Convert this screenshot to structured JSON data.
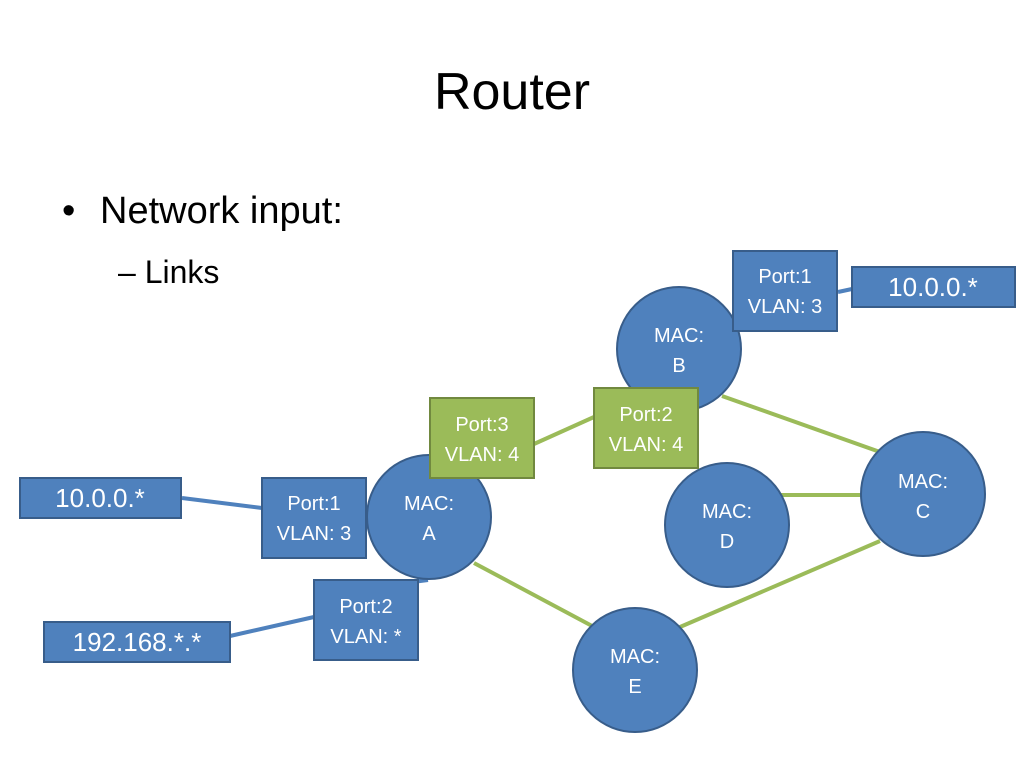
{
  "title": "Router",
  "bullets": {
    "level1": "Network input:",
    "level1_marker": "•",
    "level2": "Links",
    "level2_marker": "–"
  },
  "colors": {
    "node_fill": "#4f81bd",
    "node_stroke": "#385d8a",
    "port_blue": "#4f81bd",
    "port_green": "#9bbb59",
    "port_green_stroke": "#71893f",
    "link_green": "#9bbb59",
    "link_blue": "#4f81bd"
  },
  "nodes": [
    {
      "id": "A",
      "line1": "MAC:",
      "line2": "A"
    },
    {
      "id": "B",
      "line1": "MAC:",
      "line2": "B"
    },
    {
      "id": "C",
      "line1": "MAC:",
      "line2": "C"
    },
    {
      "id": "D",
      "line1": "MAC:",
      "line2": "D"
    },
    {
      "id": "E",
      "line1": "MAC:",
      "line2": "E"
    }
  ],
  "ports": [
    {
      "id": "A1",
      "line1": "Port:1",
      "line2": "VLAN: 3",
      "style": "blue"
    },
    {
      "id": "A2",
      "line1": "Port:2",
      "line2": "VLAN: *",
      "style": "blue"
    },
    {
      "id": "A3",
      "line1": "Port:3",
      "line2": "VLAN: 4",
      "style": "green"
    },
    {
      "id": "B1",
      "line1": "Port:1",
      "line2": "VLAN: 3",
      "style": "blue"
    },
    {
      "id": "B2",
      "line1": "Port:2",
      "line2": "VLAN: 4",
      "style": "green"
    }
  ],
  "networks": [
    {
      "id": "netA1",
      "label": "10.0.0.*"
    },
    {
      "id": "netA2",
      "label": "192.168.*.*"
    },
    {
      "id": "netB1",
      "label": "10.0.0.*"
    }
  ]
}
